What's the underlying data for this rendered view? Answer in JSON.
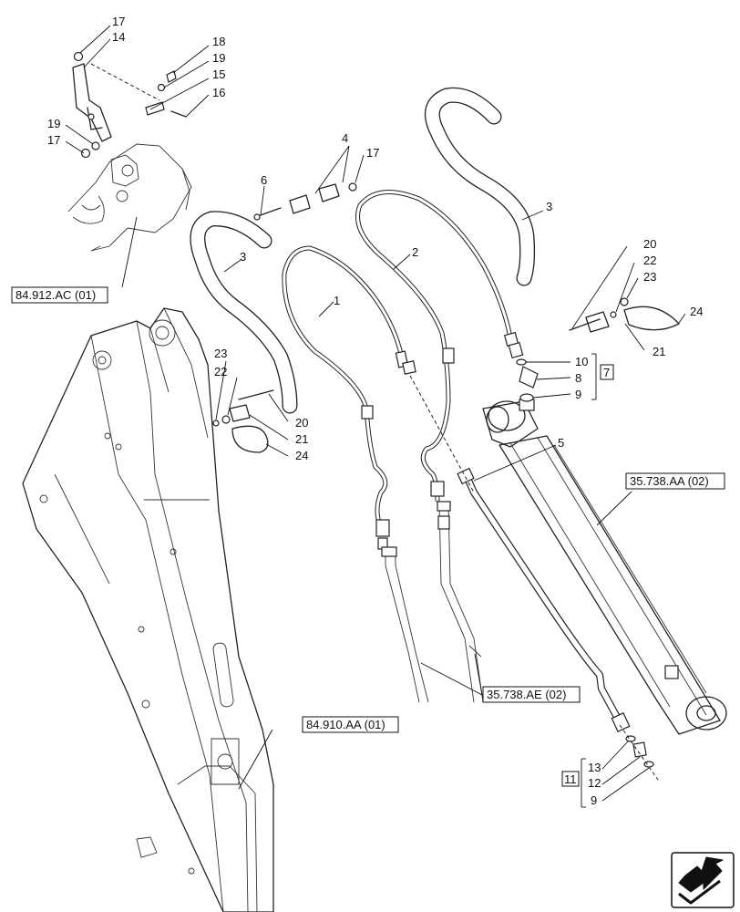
{
  "references": {
    "arm_support": "84.912.AC (01)",
    "boom": "84.910.AA (01)",
    "cylinder": "35.738.AA (02)",
    "hose_continuation": "35.738.AE (02)"
  },
  "kits": {
    "kit_7": "7",
    "kit_11": "11"
  },
  "callouts": {
    "c1": "1",
    "c2": "2",
    "c3a": "3",
    "c3b": "3",
    "c4": "4",
    "c5": "5",
    "c6": "6",
    "c8": "8",
    "c9a": "9",
    "c9b": "9",
    "c10": "10",
    "c12": "12",
    "c13": "13",
    "c14": "14",
    "c15": "15",
    "c16": "16",
    "c17a": "17",
    "c17b": "17",
    "c17c": "17",
    "c18": "18",
    "c19a": "19",
    "c19b": "19",
    "c20a": "20",
    "c20b": "20",
    "c21a": "21",
    "c21b": "21",
    "c22a": "22",
    "c22b": "22",
    "c23a": "23",
    "c23b": "23",
    "c24a": "24",
    "c24b": "24"
  },
  "icons": {
    "navigation": "next-page-arrow-icon"
  }
}
